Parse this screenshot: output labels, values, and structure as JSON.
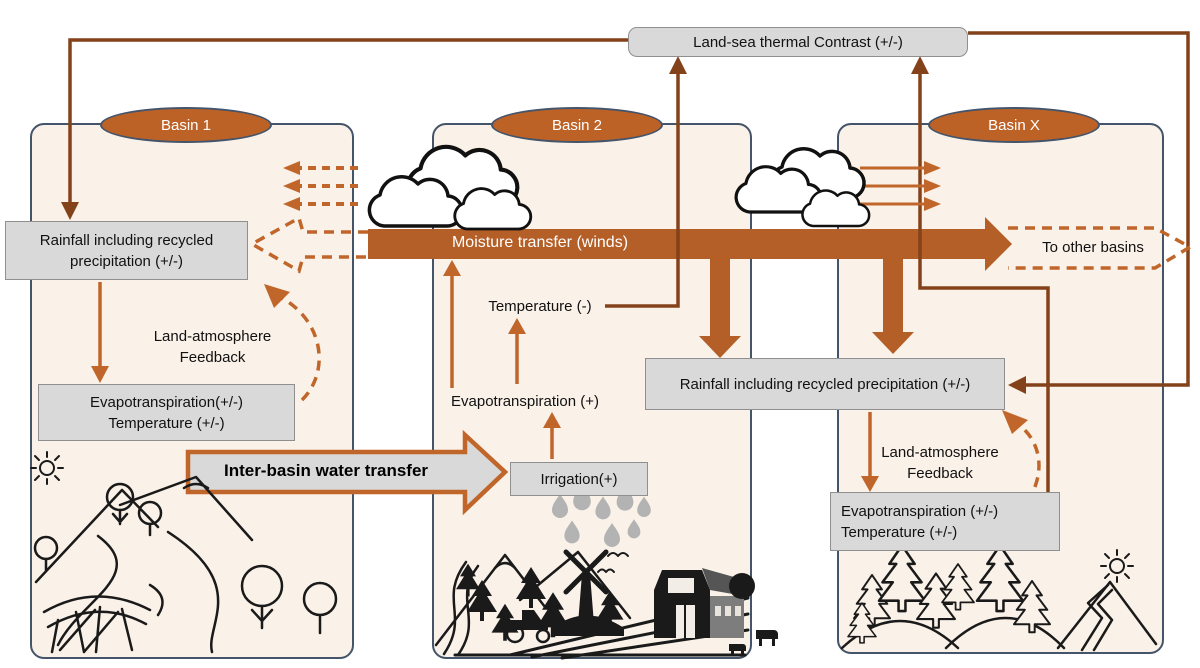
{
  "colors": {
    "dark_brown": "#84421a",
    "orange": "#c0662a",
    "band": "#b45f27",
    "panel_fill": "#faf1e8",
    "panel_border": "#44546a",
    "ellipse_fill": "#bd6227",
    "box_fill": "#d9d9d9",
    "box_border": "#8f8f8f",
    "droplet_gray": "#b3b3b3"
  },
  "top_box": {
    "label": "Land-sea thermal Contrast (+/-)"
  },
  "band": {
    "label": "Moisture transfer (winds)"
  },
  "to_other_basins": {
    "label": "To other basins"
  },
  "transfer_arrow": {
    "label": "Inter-basin water transfer"
  },
  "basin1": {
    "title": "Basin 1",
    "rainfall_line1": "Rainfall including recycled",
    "rainfall_line2": "precipitation (+/-)",
    "feedback_line1": "Land-atmosphere",
    "feedback_line2": "Feedback",
    "evapo_line1": "Evapotranspiration(+/-)",
    "evapo_line2": "Temperature (+/-)"
  },
  "basin2": {
    "title": "Basin 2",
    "temperature_label": "Temperature (-)",
    "evapotranspiration_label": "Evapotranspiration (+)",
    "irrigation_label": "Irrigation(+)"
  },
  "basinx": {
    "title": "Basin X",
    "rainfall_label": "Rainfall including recycled precipitation (+/-)",
    "feedback_line1": "Land-atmosphere",
    "feedback_line2": "Feedback",
    "evapo_line1": "Evapotranspiration (+/-)",
    "evapo_line2": "Temperature (+/-)"
  }
}
